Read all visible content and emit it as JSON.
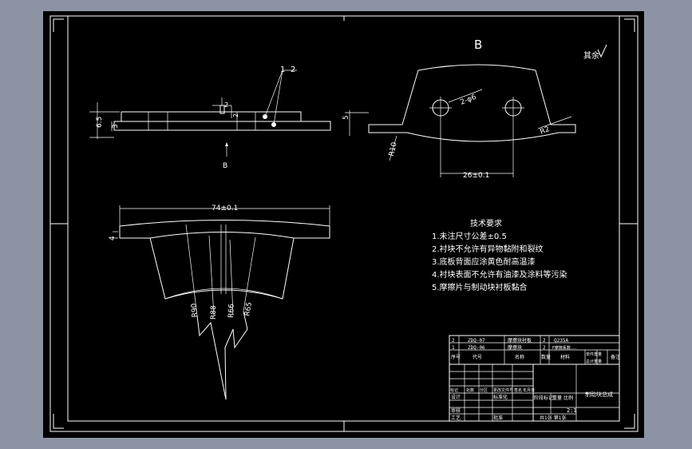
{
  "view": {
    "background": "#8c94a4",
    "paper": "#000000",
    "ink": "#ffffff"
  },
  "section_label": "B",
  "roughness_symbol": "其余",
  "top_view": {
    "dims": [
      "6.5",
      "3",
      "2",
      "2"
    ],
    "balloons": [
      "1",
      "2"
    ],
    "view_arrow": "B"
  },
  "view_b": {
    "dims": [
      "5",
      "2-φ6",
      "R2",
      "R10",
      "26±0.1"
    ]
  },
  "front_view": {
    "dims": [
      "74±0.1",
      "4",
      "R90",
      "R88",
      "R66",
      "R65"
    ]
  },
  "tech_req": {
    "title": "技术要求",
    "items": [
      "1.未注尺寸公差±0.5",
      "2.衬块不允许有异物黏附和裂纹",
      "3.底板背面应涂黄色耐高温漆",
      "4.衬块表面不允许有油漆及涂料等污染",
      "5.摩擦片与制动块衬板黏合"
    ]
  },
  "title_block": {
    "bom_rows": [
      [
        "2",
        "ZDQ-07",
        "摩擦块衬板",
        "2",
        "Q235A"
      ],
      [
        "1",
        "ZDQ-06",
        "摩擦块",
        "2",
        "F摩擦系数.....",
        "",
        ""
      ]
    ],
    "header": [
      "序号",
      "代号",
      "名称",
      "数量",
      "材料",
      "单件重量",
      "总计重量",
      "备注"
    ],
    "drawing_name": "制动块总成",
    "sign_rows": [
      "标记",
      "处数",
      "分区",
      "更改文件号",
      "签名",
      "年月日"
    ],
    "design": "设计",
    "audit": "审核",
    "process": "工艺",
    "approve": "批准",
    "std": "标准化",
    "stage_label": "阶段标记",
    "weight_label": "重量",
    "scale_label": "比例",
    "scale": "2:1",
    "sheets_label": "共1张 第1张"
  }
}
